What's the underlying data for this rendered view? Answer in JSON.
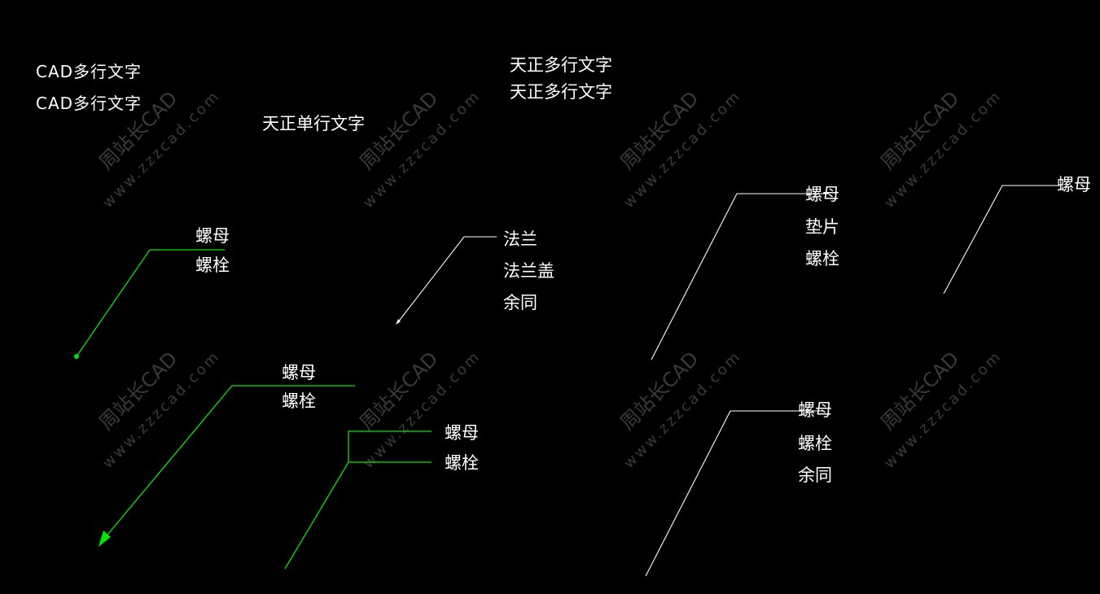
{
  "texts": {
    "cad_mtext_1": "CAD多行文字",
    "cad_mtext_2": "CAD多行文字",
    "tz_single": "天正单行文字",
    "tz_mtext_1": "天正多行文字",
    "tz_mtext_2": "天正多行文字"
  },
  "labels": {
    "g1_top": "螺母",
    "g1_bottom": "螺栓",
    "w1_l1": "法兰",
    "w1_l2": "法兰盖",
    "w1_l3": "余同",
    "g2_top": "螺母",
    "g2_bottom": "螺栓",
    "g3_top": "螺母",
    "g3_bottom": "螺栓",
    "w2_l1": "螺母",
    "w2_l2": "垫片",
    "w2_l3": "螺栓",
    "w3_l1": "螺母",
    "w4_l1": "螺母",
    "w4_l2": "螺栓",
    "w4_l3": "余同"
  },
  "watermark": {
    "line1": "周站长CAD",
    "line2": "www.zzzcad.com"
  },
  "colors": {
    "background": "#000000",
    "green_leader": "#00e600",
    "white_leader": "#ffffff",
    "watermark": "#3a3a3a"
  }
}
